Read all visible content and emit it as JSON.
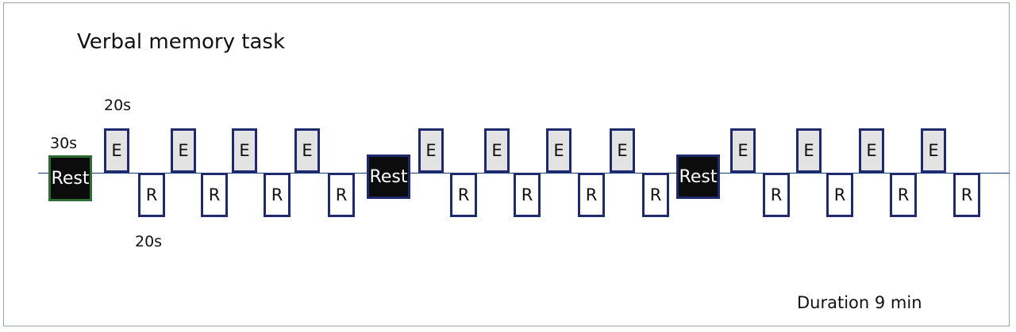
{
  "title": "Verbal memory task",
  "labels": {
    "first_rest_duration": "30s",
    "encoding_duration": "20s",
    "recall_duration": "20s",
    "total_duration": "Duration 9 min"
  },
  "blocks": {
    "rest_label": "Rest",
    "encoding_label": "E",
    "recall_label": "R"
  },
  "colors": {
    "timeline": "#1f3a7a",
    "block_border": "#1f2a6e",
    "first_rest_border": "#2e6b36",
    "encoding_fill": "#e3e3e3",
    "rest_fill": "#0c0c0c"
  }
}
